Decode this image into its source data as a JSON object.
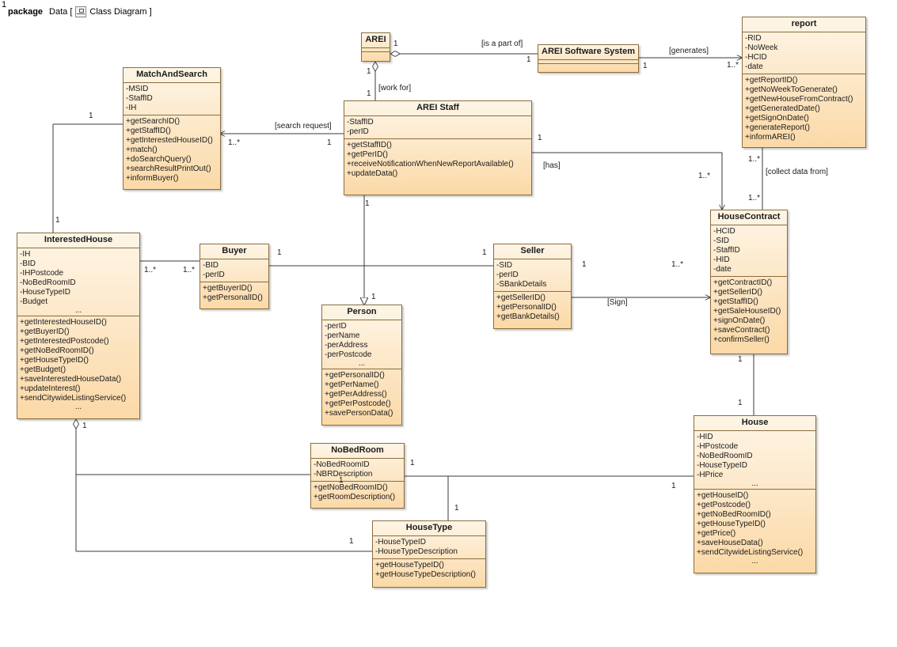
{
  "header": {
    "top_number": "1",
    "keyword": "package",
    "name": "Data [",
    "icon": "class-diagram-icon",
    "diagram": "Class Diagram ]"
  },
  "classes": {
    "matchandsearch": {
      "name": "MatchAndSearch",
      "attributes": [
        "-MSID",
        "-StaffID",
        "-IH"
      ],
      "operations": [
        "+getSearchID()",
        "+getStaffID()",
        "+getInterestedHouseID()",
        "+match()",
        "+doSearchQuery()",
        "+searchResultPrintOut()",
        "+informBuyer()"
      ]
    },
    "arei": {
      "name": "AREI",
      "attributes": [],
      "operations": []
    },
    "areisoftware": {
      "name": "AREI Software System",
      "attributes": [],
      "operations": []
    },
    "report": {
      "name": "report",
      "attributes": [
        "-RID",
        "-NoWeek",
        "-HCID",
        "-date"
      ],
      "operations": [
        "+getReportID()",
        "+getNoWeekToGenerate()",
        "+getNewHouseFromContract()",
        "+getGeneratedDate()",
        "+getSignOnDate()",
        "+generateReport()",
        "+informAREI()"
      ]
    },
    "areistaff": {
      "name": "AREI Staff",
      "attributes": [
        "-StaffID",
        "-perID"
      ],
      "operations": [
        "+getStaffID()",
        "+getPerID()",
        "+receiveNotificationWhenNewReportAvailable()",
        "+updateData()"
      ]
    },
    "interestedhouse": {
      "name": "InterestedHouse",
      "attributes": [
        "-IH",
        "-BID",
        "-IHPostcode",
        "-NoBedRoomID",
        "-HouseTypeID",
        "-Budget"
      ],
      "attr_more": "...",
      "operations": [
        "+getInterestedHouseID()",
        "+getBuyerID()",
        "+getInterestedPostcode()",
        "+getNoBedRoomID()",
        "+getHouseTypeID()",
        "+getBudget()",
        "+saveInterestedHouseData()",
        "+updateInterest()",
        "+sendCitywideListingService()"
      ],
      "op_more": "..."
    },
    "buyer": {
      "name": "Buyer",
      "attributes": [
        "-BID",
        "-perID"
      ],
      "operations": [
        "+getBuyerID()",
        "+getPersonalID()"
      ]
    },
    "person": {
      "name": "Person",
      "attributes": [
        "-perID",
        "-perName",
        "-perAddress",
        "-perPostcode"
      ],
      "attr_more": "...",
      "operations": [
        "+getPersonalID()",
        "+getPerName()",
        "+getPerAddress()",
        "+getPerPostcode()",
        "+savePersonData()"
      ]
    },
    "seller": {
      "name": "Seller",
      "attributes": [
        "-SID",
        "-perID",
        "-SBankDetails"
      ],
      "operations": [
        "+getSellerID()",
        "+getPersonalID()",
        "+getBankDetails()"
      ]
    },
    "housecontract": {
      "name": "HouseContract",
      "attributes": [
        "-HCID",
        "-SID",
        "-StaffID",
        "-HID",
        "-date"
      ],
      "operations": [
        "+getContractID()",
        "+getSellerID()",
        "+getStaffID()",
        "+getSaleHouseID()",
        "+signOnDate()",
        "+saveContract()",
        "+confirmSeller()"
      ]
    },
    "nobedroom": {
      "name": "NoBedRoom",
      "attributes": [
        "-NoBedRoomID",
        "-NBRDescription"
      ],
      "operations": [
        "+getNoBedRoomID()",
        "+getRoomDescription()"
      ]
    },
    "housetype": {
      "name": "HouseType",
      "attributes": [
        "-HouseTypeID",
        "-HouseTypeDescription"
      ],
      "operations": [
        "+getHouseTypeID()",
        "+getHouseTypeDescription()"
      ]
    },
    "house": {
      "name": "House",
      "attributes": [
        "-HID",
        "-HPostcode",
        "-NoBedRoomID",
        "-HouseTypeID",
        "-HPrice"
      ],
      "attr_more": "...",
      "operations": [
        "+getHouseID()",
        "+getPostcode()",
        "+getNoBedRoomID()",
        "+getHouseTypeID()",
        "+getPrice()",
        "+saveHouseData()",
        "+sendCitywideListingService()"
      ],
      "op_more": "..."
    }
  },
  "labels": {
    "is_a_part_of": "[is a part of]",
    "generates": "[generates]",
    "work_for": "[work for]",
    "search_request": "[search request]",
    "has": "[has]",
    "collect_data_from": "[collect data from]",
    "sign": "[Sign]"
  },
  "multiplicities": {
    "arei_part_left": "1",
    "arei_part_right": "1",
    "gen_left": "1",
    "gen_right": "1..*",
    "arei_workfor_top": "1",
    "arei_workfor_bottom": "1",
    "search_ms": "1..*",
    "search_staff": "1",
    "ms_ih_top": "1",
    "ms_ih_bottom": "1",
    "has_staff": "1",
    "has_hc": "1..*",
    "collect_report": "1..*",
    "collect_hc": "1..*",
    "staff_person_top": "1",
    "staff_person_bottom": "1",
    "ih_buyer_left": "1..*",
    "ih_buyer_right": "1..*",
    "buyer_seller_left": "1",
    "buyer_seller_right": "1",
    "sign_seller": "1",
    "sign_hc": "1..*",
    "hc_house_top": "1",
    "hc_house_bottom": "1",
    "ih_agg": "1",
    "nbr_right": "1",
    "nbr_desc": "1",
    "house_left": "1",
    "ht_top": "1",
    "ht_left": "1"
  }
}
